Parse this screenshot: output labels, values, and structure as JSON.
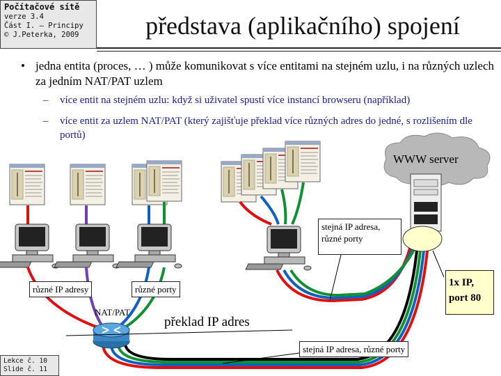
{
  "header": {
    "course": "Počítačové sítě",
    "version": "verze 3.4",
    "part": "Část I. – Principy",
    "author": "© J.Peterka, 2009"
  },
  "title": "představa (aplikačního) spojení",
  "bullets": {
    "main": "jedna entita (proces, … ) může komunikovat s více entitami na stejném uzlu, i na různých uzlech za jedním NAT/PAT uzlem",
    "sub1": "více entit na stejném uzlu: když si uživatel spustí více instancí browseru (například)",
    "sub2": "více entit za uzlem NAT/PAT (který zajišťuje překlad více různých adres do jedné, s rozlišením dle portů)"
  },
  "diagram": {
    "server": "WWW server",
    "label_same_ip_diff_ports": "stejná IP adresa, různé porty",
    "label_diff_ip": "různé IP adresy",
    "label_diff_ports": "různé porty",
    "nat": "NAT/PAT",
    "translation": "překlad IP adres",
    "label_bottom": "stejná IP adresa, různé porty",
    "ip_port_line1": "1x IP,",
    "ip_port_line2": "port 80",
    "connection_colors": {
      "red": "#e01010",
      "green": "#109030",
      "blue": "#1060c0",
      "purple": "#7040b0",
      "black": "#000000"
    }
  },
  "footer": {
    "lesson": "Lekce č. 10",
    "slide": "Slide č. 11"
  }
}
